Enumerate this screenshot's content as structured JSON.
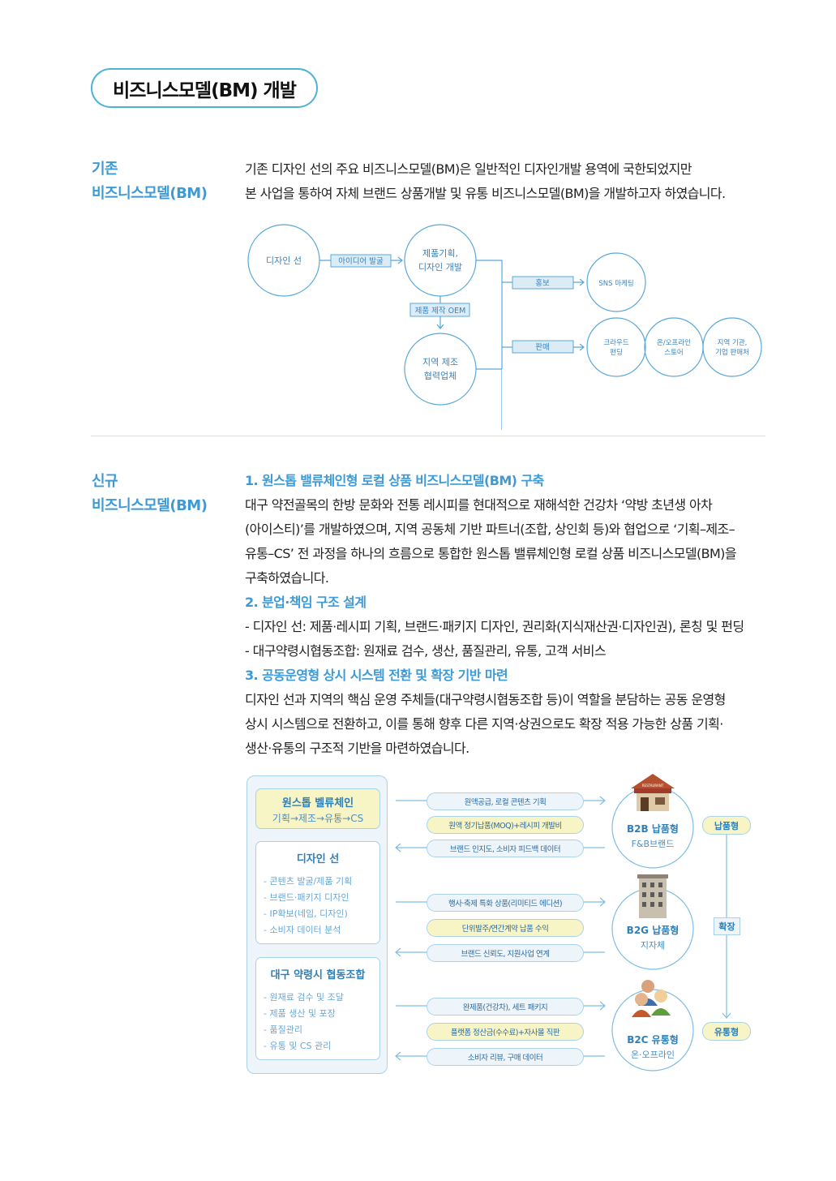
{
  "title": "비즈니스모델(BM) 개발",
  "existing": {
    "label_line1": "기존",
    "label_line2": "비즈니스모델(BM)",
    "text_line1": "기존 디자인 선의 주요 비즈니스모델(BM)은 일반적인 디자인개발 용역에 국한되었지만",
    "text_line2": "본 사업을 통하여 자체 브랜드 상품개발 및 유통 비즈니스모델(BM)을 개발하고자 하였습니다.",
    "diagram": {
      "design_sun": "디자인 선",
      "idea": "아이디어 발굴",
      "planning_l1": "제품기획,",
      "planning_l2": "디자인 개발",
      "oem": "제품 제작 OEM",
      "local_l1": "지역 제조",
      "local_l2": "협력업체",
      "promo": "홍보",
      "sales": "판매",
      "sns": "SNS 마케팅",
      "crowd_l1": "크라우드",
      "crowd_l2": "펀딩",
      "store_l1": "온/오프라인",
      "store_l2": "스토어",
      "agency_l1": "지역 기관,",
      "agency_l2": "기업 판매처"
    }
  },
  "new": {
    "label_line1": "신규",
    "label_line2": "비즈니스모델(BM)",
    "h1": "1. 원스톱 밸류체인형 로컬 상품 비즈니스모델(BM) 구축",
    "p1": [
      "대구 약전골목의 한방 문화와 전통 레시피를 현대적으로 재해석한 건강차 ‘약방 초년생 아차",
      "(아이스티)’를 개발하였으며, 지역 공동체 기반 파트너(조합, 상인회 등)와 협업으로 ‘기획–제조–",
      "유통–CS’ 전 과정을 하나의 흐름으로 통합한 원스톱 밸류체인형 로컬 상품 비즈니스모델(BM)을",
      "구축하였습니다."
    ],
    "h2": "2. 분업·책임 구조 설계",
    "p2": [
      "- 디자인 선: 제품·레시피 기획, 브랜드·패키지 디자인, 권리화(지식재산권·디자인권), 론칭 및 펀딩",
      "- 대구약령시협동조합: 원재료 검수, 생산, 품질관리, 유통, 고객 서비스"
    ],
    "h3": "3. 공동운영형 상시 시스템 전환 및 확장 기반 마련",
    "p3": [
      "디자인 선과 지역의 핵심 운영 주체들(대구약령시협동조합 등)이 역할을 분담하는 공동 운영형",
      "상시 시스템으로 전환하고, 이를 통해 향후 다른 지역·상권으로도 확장 적용 가능한 상품 기획·",
      "생산·유통의 구조적 기반을 마련하였습니다."
    ],
    "diagram": {
      "valuechain_title": "원스톱 벨류체인",
      "valuechain_sub": "기획→제조→유통→CS",
      "design_title": "디자인 선",
      "design_items": [
        "- 콘텐츠 발굴/제품 기획",
        "- 브랜드·패키지 디자인",
        "- IP확보(네임, 디자인)",
        "- 소비자 데이터 분석"
      ],
      "coop_title": "대구 약령시 협동조합",
      "coop_items": [
        "- 원재료 검수 및 조달",
        "- 제품 생산 및 포장",
        "- 품질관리",
        "- 유통 및 CS 관리"
      ],
      "flows": [
        [
          "원액공급, 로컬 콘텐츠 기획",
          "원액 정기납품(MOQ)+레시피 개발비",
          "브랜드 인지도, 소비자 피드백 데이터"
        ],
        [
          "행사·축제 특화 상품(리미티드 에디션)",
          "단위발주/연간계약 납품 수익",
          "브랜드 신뢰도, 지원사업 연계"
        ],
        [
          "완제품(건강차), 세트 패키지",
          "플랫폼 정산금(수수료)+자사몰 직판",
          "소비자 리뷰, 구매 데이터"
        ]
      ],
      "targets": [
        {
          "title": "B2B 납품형",
          "sub": "F&B브랜드",
          "sign": "RESTAURANT"
        },
        {
          "title": "B2G 납품형",
          "sub": "지자체"
        },
        {
          "title": "B2C 유통형",
          "sub": "온·오프라인"
        }
      ],
      "type_top": "납품형",
      "type_mid": "확장",
      "type_bottom": "유통형"
    }
  },
  "colors": {
    "accent": "#3d9ad6",
    "line": "#a9d2ea",
    "yellow": "#f7f4c6"
  }
}
